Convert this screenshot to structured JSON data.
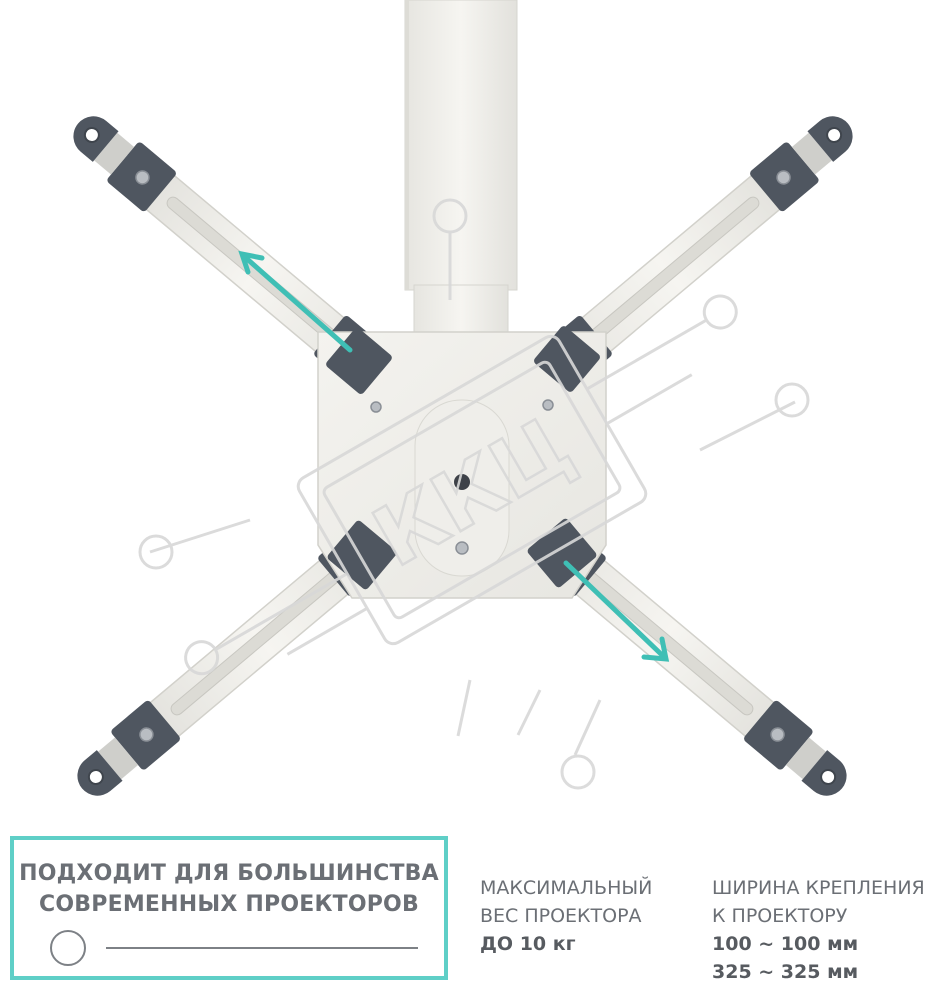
{
  "image": {
    "description_icons": [
      "ceiling-pole",
      "mount-plate",
      "adjustable-arm",
      "bracket-clamp",
      "adjust-arrow",
      "watermark-logo"
    ],
    "watermark_text": "ККЦ",
    "colors": {
      "arrow": "#3fbfb5",
      "frame": "#5fcfc7",
      "metal": "#f0efeb",
      "bracket": "#4f5660",
      "watermark": "#d8d8d8"
    }
  },
  "info_box": {
    "title": "ПОДХОДИТ ДЛЯ БОЛЬШИНСТВА\nСОВРЕМЕННЫХ ПРОЕКТОРОВ"
  },
  "specs": {
    "weight": {
      "label": "МАКСИМАЛЬНЫЙ\nВЕС ПРОЕКТОРА",
      "value": "ДО 10 кг"
    },
    "width": {
      "label": "ШИРИНА КРЕПЛЕНИЯ\nК ПРОЕКТОРУ",
      "values": [
        "100 ~ 100 мм",
        "325 ~ 325 мм"
      ]
    }
  }
}
